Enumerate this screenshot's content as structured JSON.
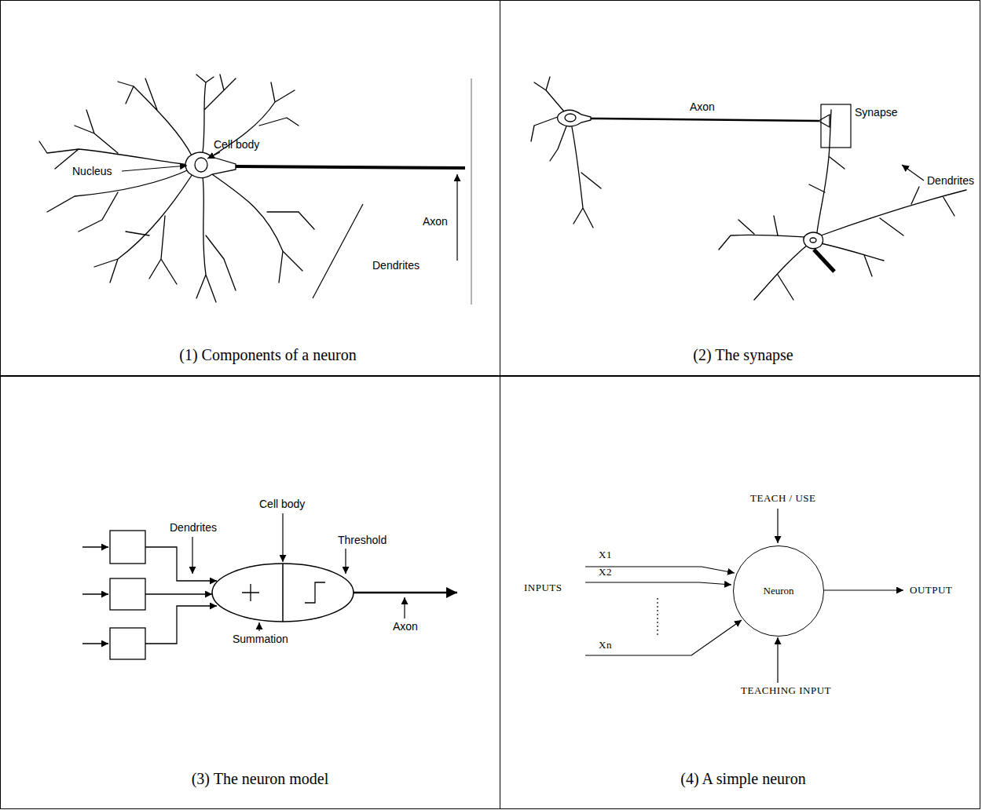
{
  "diagram": {
    "nodes": [
      {
        "text": [
          "(1) Components of a neuron"
        ]
      },
      {
        "text": [
          "(2) The synapse"
        ]
      },
      {
        "text": [
          "(3) The neuron model"
        ]
      },
      {
        "text": [
          "(4) A simple neuron"
        ]
      },
      {
        "text": [
          "Neuron"
        ],
        "in": 3
      }
    ],
    "labels": [
      "Nucleus",
      "Cell body",
      "Axon",
      "Dendrites",
      "Axon",
      "Synapse",
      "Dendrites",
      "Dendrites",
      "Cell body",
      "Threshold",
      "Summation",
      "Axon",
      "X1",
      "X2",
      "INPUTS",
      "Xn",
      "TEACH / USE",
      "TEACHING INPUT",
      "OUTPUT"
    ]
  }
}
